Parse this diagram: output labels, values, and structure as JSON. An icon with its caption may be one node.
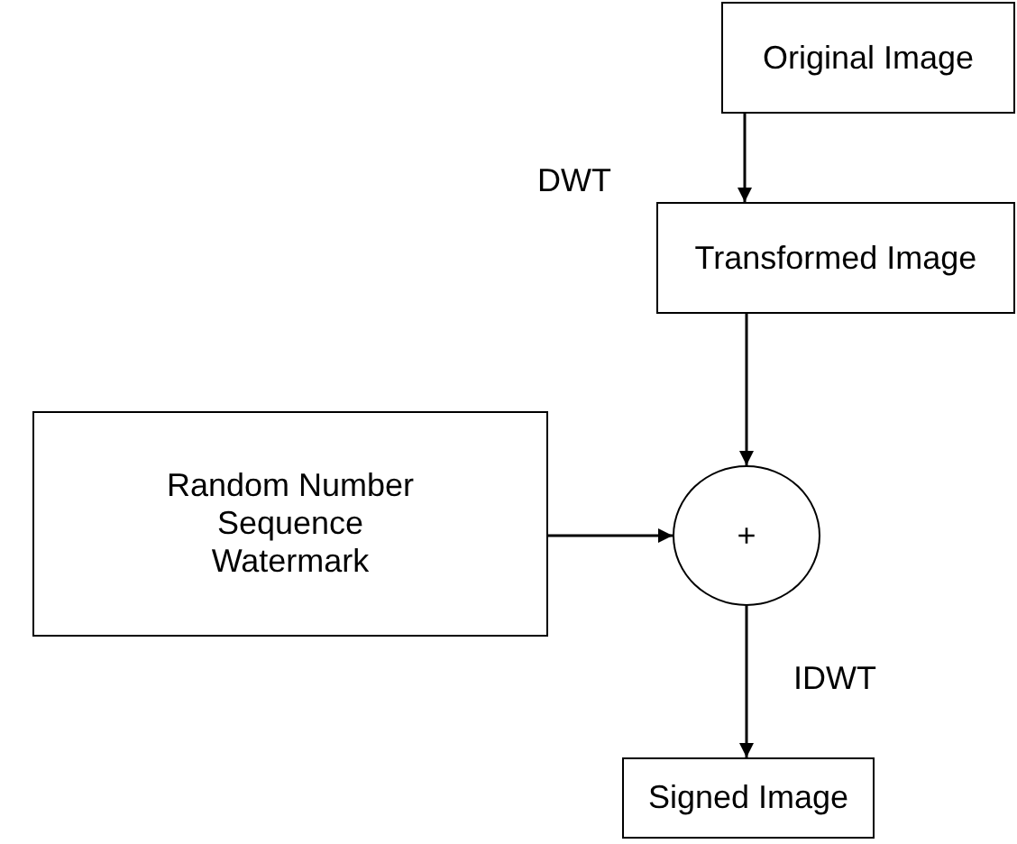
{
  "diagram": {
    "nodes": [
      {
        "text": [
          "Original Image"
        ]
      },
      {
        "text": [
          "Transformed Image"
        ]
      },
      {
        "text": [
          "Random Number Sequence Watermark"
        ]
      },
      {
        "text": [
          "+"
        ]
      },
      {
        "text": [
          "Signed Image"
        ]
      }
    ],
    "edges": [
      {
        "from": 0,
        "to": 1,
        "arrow": "to",
        "label": "DWT"
      },
      {
        "from": 1,
        "to": 3,
        "arrow": "to"
      },
      {
        "from": 2,
        "to": 3,
        "arrow": "to"
      },
      {
        "from": 3,
        "to": 4,
        "arrow": "to",
        "label": "IDWT"
      }
    ]
  }
}
